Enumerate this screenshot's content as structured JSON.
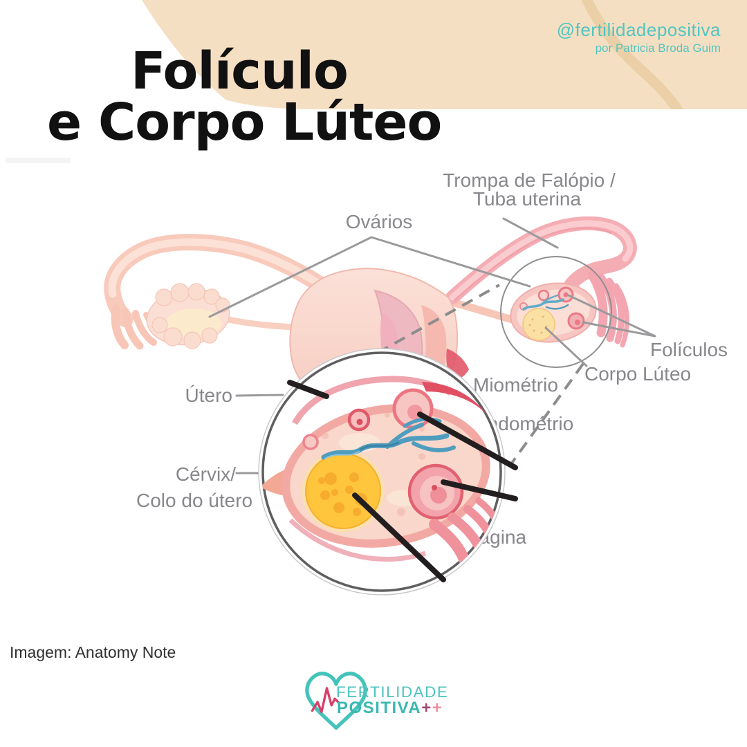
{
  "header": {
    "handle": "@fertilidadepositiva",
    "byline": "por Patricia Broda Guim",
    "title_line1": "Folículo",
    "title_line2": "e Corpo Lúteo"
  },
  "diagram": {
    "labels": {
      "trompa_line1": "Trompa de Falópio /",
      "trompa_line2": "Tuba uterina",
      "ovarios": "Ovários",
      "foliculos": "Folículos",
      "corpo_luteo": "Corpo Lúteo",
      "miometrio": "Miométrio",
      "endometrio": "Endométrio",
      "utero": "Útero",
      "cervix": "Cérvix/",
      "colo_do_utero": "Colo do útero",
      "vagina": "Vagina"
    }
  },
  "footer": {
    "credit": "Imagem: Anatomy Note",
    "logo": {
      "fertilidade": "FERTILIDADE",
      "positiva": "POSITIVA",
      "plus1": "+",
      "plus2": "+"
    }
  },
  "colors": {
    "beige_shape": "#F5DFC3",
    "beige_ribbon": "#EBD0A7",
    "teal_text": "#53C5C0",
    "label_gray": "#87878C",
    "title_black": "#111111",
    "logo_teal": "#45C3BA",
    "logo_plus_dark": "#A34A71",
    "logo_plus_pink": "#F08CA2",
    "pulse_pink": "#D84069",
    "corpus_luteum_yellow": "#FFC53C",
    "vessel_blue": "#4E9DBE",
    "follicle_pink": "#E2606F"
  }
}
